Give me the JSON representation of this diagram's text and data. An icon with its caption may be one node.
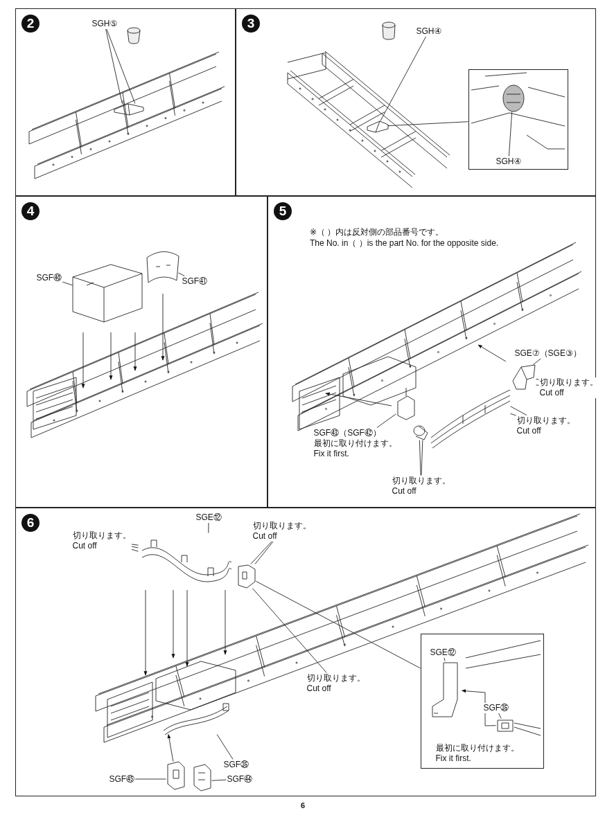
{
  "diagram": {
    "nodes": [
      {
        "text": [
          "2"
        ]
      },
      {
        "text": [
          "SGH⑤"
        ],
        "in": 0
      },
      {
        "text": [],
        "shape": "picture",
        "in": 0
      },
      {
        "text": [
          "3"
        ]
      },
      {
        "text": [
          "SGH④"
        ],
        "in": 3
      },
      {
        "text": [],
        "shape": "picture",
        "in": 3
      },
      {
        "text": [],
        "shape": "box",
        "in": 3
      },
      {
        "text": [],
        "shape": "picture",
        "in": 6
      },
      {
        "text": [
          "SGH④"
        ],
        "in": 6
      },
      {
        "text": [
          "4"
        ]
      },
      {
        "text": [
          "SGF㊵"
        ],
        "in": 9
      },
      {
        "text": [],
        "shape": "picture",
        "in": 9
      },
      {
        "text": [],
        "shape": "picture",
        "in": 9
      },
      {
        "text": [
          "SGF㊶"
        ],
        "in": 9
      },
      {
        "text": [
          "5",
          "※（ ）内は反対側の部品番号です。",
          "The No. in（ ）is the part No. for the opposite side."
        ]
      },
      {
        "text": [
          "SGE⑦（SGE③）"
        ],
        "in": 14
      },
      {
        "text": [
          "切り取ります。",
          "Cut off"
        ],
        "in": 14
      },
      {
        "text": [],
        "shape": "picture",
        "in": 14
      },
      {
        "text": [],
        "shape": "picture",
        "in": 14
      },
      {
        "text": [
          "切り取ります。",
          "Cut off"
        ],
        "in": 14
      },
      {
        "text": [
          "SGF㊸（SGF㊷）",
          "最初に取り付けます。",
          "Fix it first."
        ],
        "in": 14
      },
      {
        "text": [],
        "shape": "picture",
        "in": 14
      },
      {
        "text": [],
        "shape": "picture",
        "in": 14
      },
      {
        "text": [
          "切り取ります。",
          "Cut off"
        ],
        "in": 14
      },
      {
        "text": [
          "6"
        ]
      },
      {
        "text": [
          "切り取ります。",
          "Cut off"
        ],
        "in": 24
      },
      {
        "text": [],
        "shape": "picture",
        "in": 24
      },
      {
        "text": [
          "SGE⑫"
        ],
        "in": 24
      },
      {
        "text": [
          "切り取ります。",
          "Cut off"
        ],
        "in": 24
      },
      {
        "text": [],
        "shape": "picture",
        "in": 24
      },
      {
        "text": [
          "切り取ります。",
          "Cut off"
        ],
        "in": 24
      },
      {
        "text": [],
        "shape": "picture",
        "in": 24
      },
      {
        "text": [
          "SGF㉟"
        ],
        "in": 24
      },
      {
        "text": [],
        "shape": "picture",
        "in": 24
      },
      {
        "text": [
          "SGF㊺"
        ],
        "in": 24
      },
      {
        "text": [],
        "shape": "picture",
        "in": 24
      },
      {
        "text": [
          "SGF㊹"
        ],
        "in": 24
      },
      {
        "text": [],
        "shape": "box",
        "in": 24
      },
      {
        "text": [
          "SGE⑫"
        ],
        "in": 37
      },
      {
        "text": [],
        "shape": "picture",
        "in": 37
      },
      {
        "text": [
          "SGF㉟"
        ],
        "in": 37
      },
      {
        "text": [],
        "shape": "picture",
        "in": 37
      },
      {
        "text": [
          "最初に取り付けます。",
          "Fix it first."
        ],
        "in": 37
      }
    ],
    "edges": [
      {
        "from": 1,
        "to": 2,
        "arrow": "none"
      },
      {
        "from": 1,
        "to": 2,
        "arrow": "none"
      },
      {
        "from": 4,
        "to": 5,
        "arrow": "none"
      },
      {
        "from": 5,
        "to": 6,
        "arrow": "none"
      },
      {
        "from": 8,
        "to": 7,
        "arrow": "none"
      },
      {
        "from": 10,
        "to": 11,
        "arrow": "none"
      },
      {
        "from": 13,
        "to": 12,
        "arrow": "none"
      },
      {
        "from": 15,
        "to": 17,
        "arrow": "none"
      },
      {
        "from": 16,
        "to": 17,
        "arrow": "none"
      },
      {
        "from": 16,
        "to": 17,
        "arrow": "none"
      },
      {
        "from": 19,
        "to": 18,
        "arrow": "none"
      },
      {
        "from": 19,
        "to": 18,
        "arrow": "none"
      },
      {
        "from": 20,
        "to": 21,
        "arrow": "none"
      },
      {
        "from": 23,
        "to": 22,
        "arrow": "none"
      },
      {
        "from": 23,
        "to": 22,
        "arrow": "none"
      },
      {
        "from": 25,
        "to": 26,
        "arrow": "none"
      },
      {
        "from": 25,
        "to": 26,
        "arrow": "none"
      },
      {
        "from": 25,
        "to": 26,
        "arrow": "none"
      },
      {
        "from": 27,
        "to": 26,
        "arrow": "none"
      },
      {
        "from": 28,
        "to": 29,
        "arrow": "none"
      },
      {
        "from": 28,
        "to": 29,
        "arrow": "none"
      },
      {
        "from": 30,
        "to": 29,
        "arrow": "none"
      },
      {
        "from": 32,
        "to": 31,
        "arrow": "none"
      },
      {
        "from": 34,
        "to": 33,
        "arrow": "none"
      },
      {
        "from": 36,
        "to": 35,
        "arrow": "none"
      },
      {
        "from": 29,
        "to": 37,
        "arrow": "none"
      },
      {
        "from": 38,
        "to": 39,
        "arrow": "none"
      },
      {
        "from": 40,
        "to": 41,
        "arrow": "none"
      },
      {
        "from": 41,
        "to": 39,
        "arrow": "to"
      },
      {
        "from": 33,
        "to": 31,
        "arrow": "to"
      }
    ],
    "labels": [
      "6"
    ]
  }
}
